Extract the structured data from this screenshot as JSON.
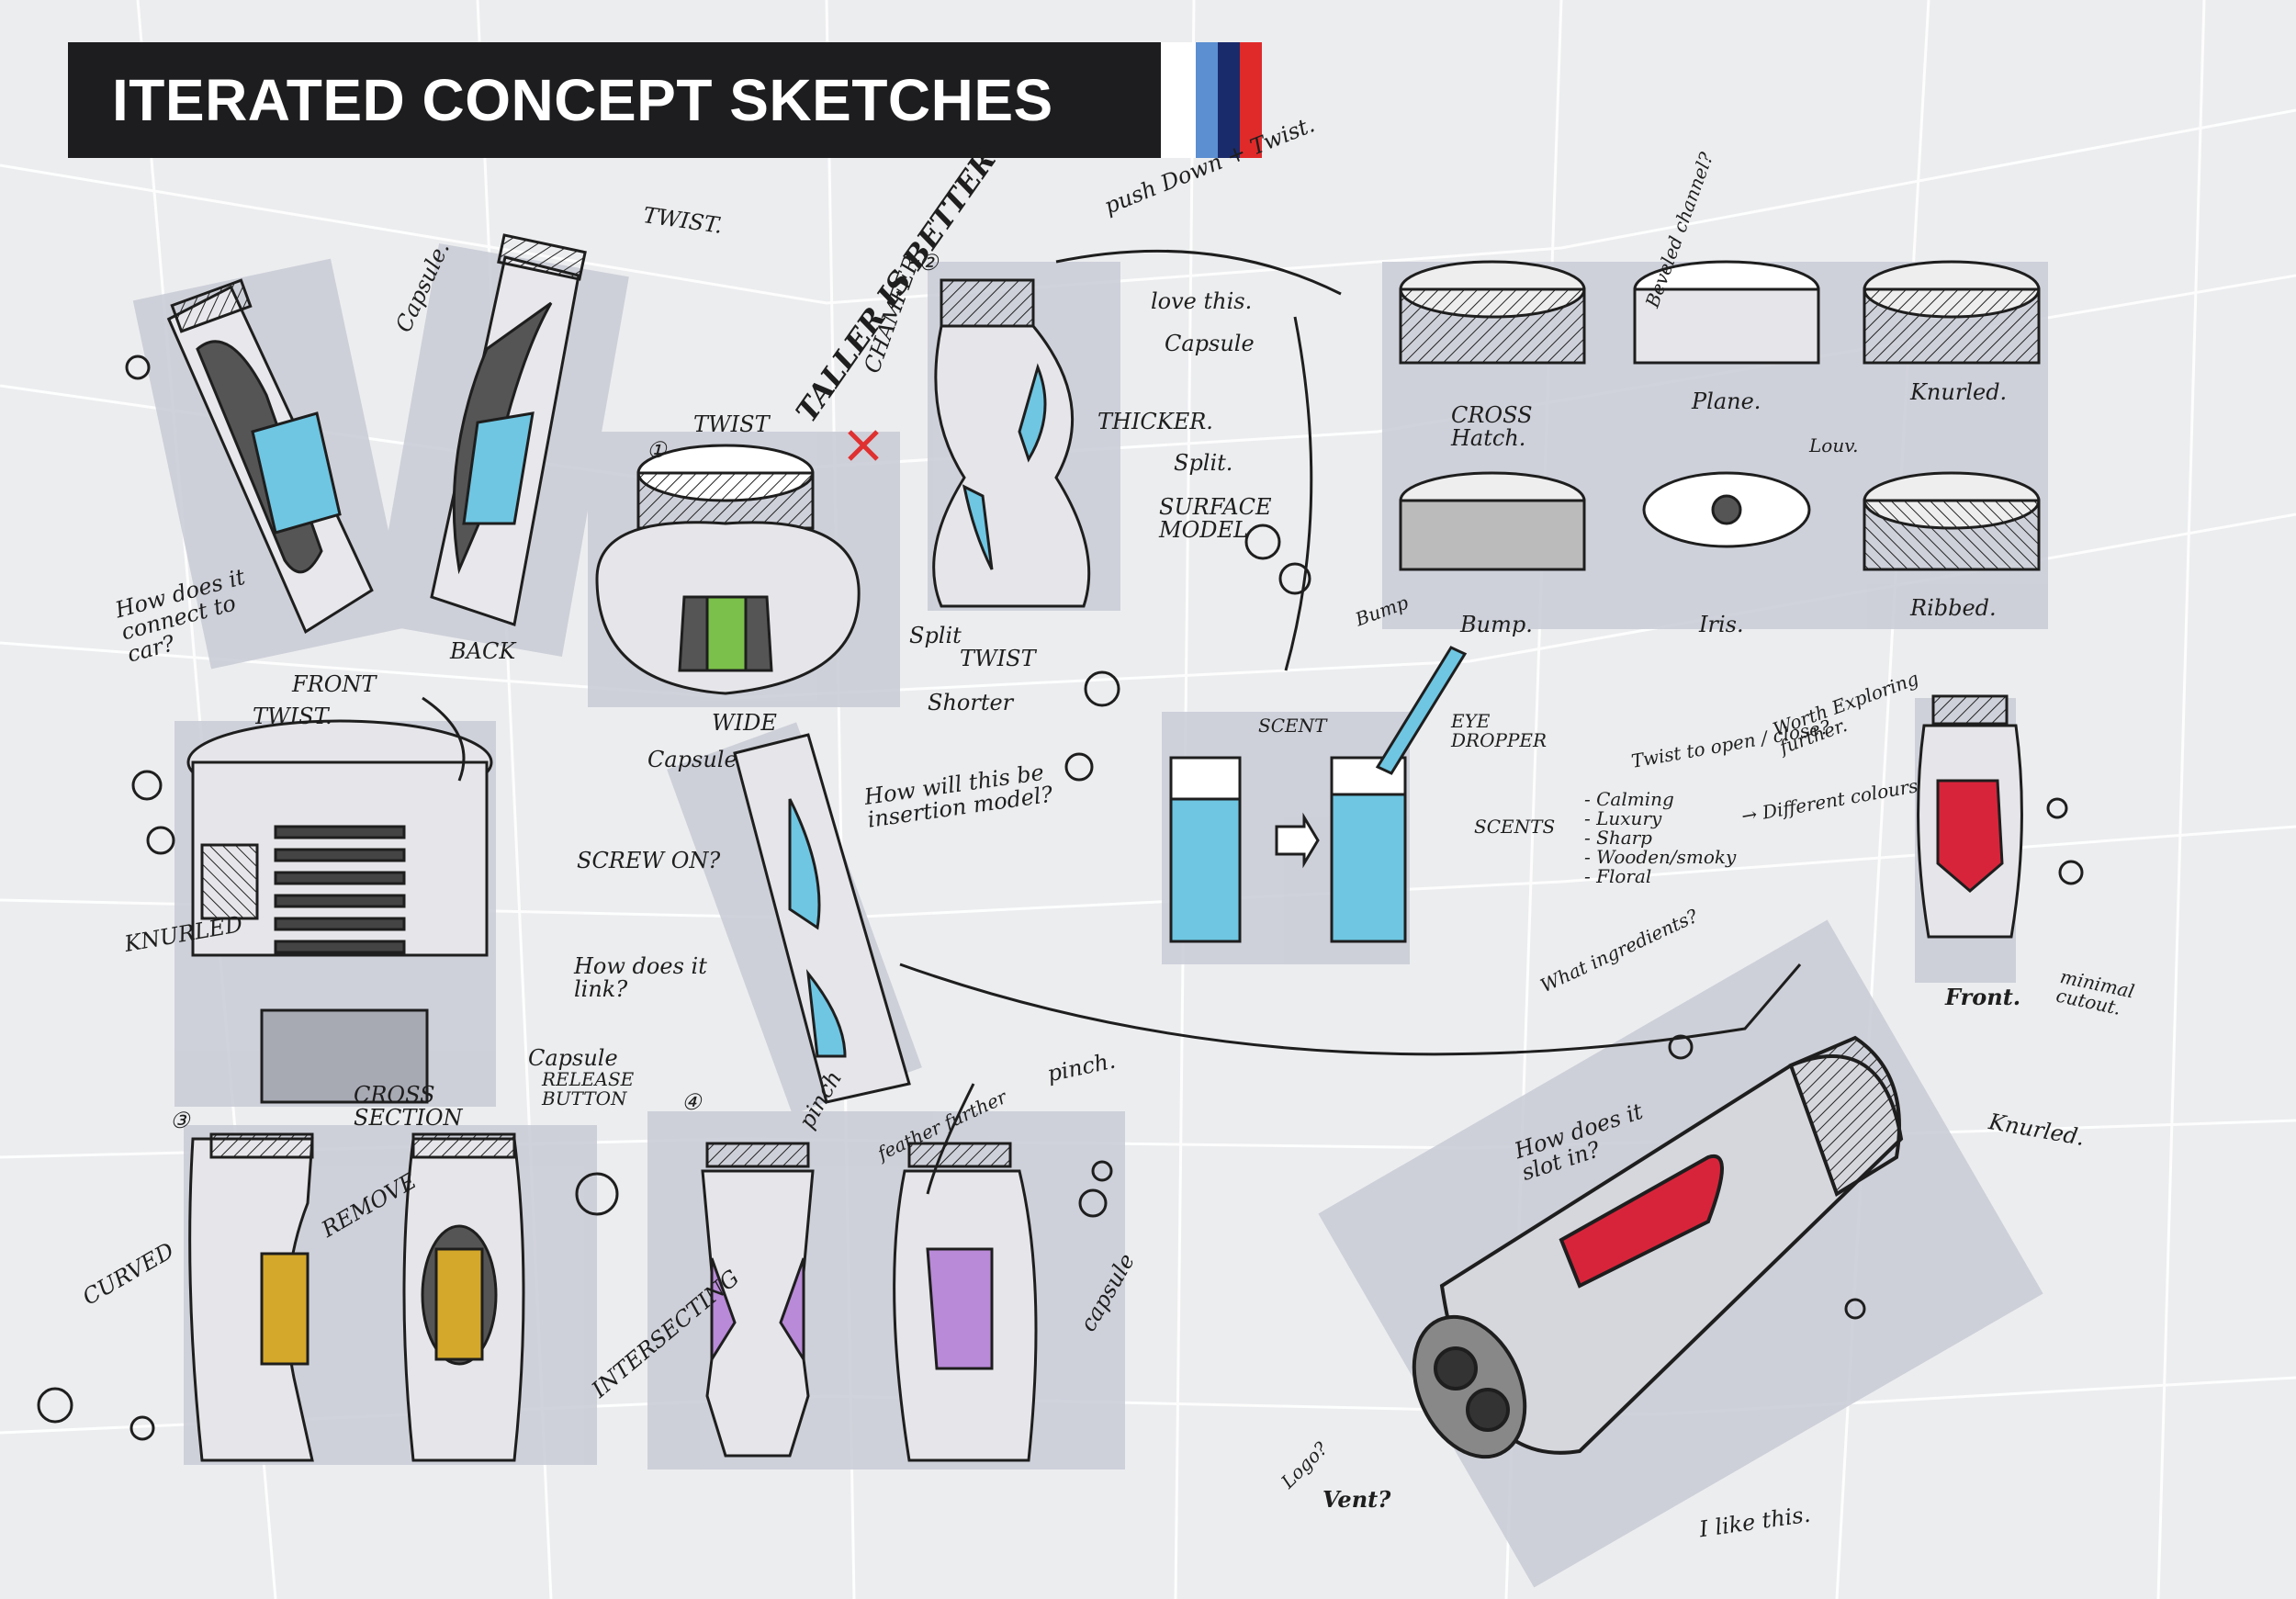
{
  "header": {
    "title": "ITERATED CONCEPT SKETCHES",
    "flag_colors": [
      "#ffffff",
      "#5b8fd2",
      "#1a2b6b",
      "#e02a2a"
    ]
  },
  "colors": {
    "background": "#ecedef",
    "ink": "#1e1e1e",
    "marker_grey": "#c9cbd6",
    "liquid_blue": "#6ec6e2",
    "liquid_green": "#7bc04a",
    "liquid_yellow": "#d4a82a",
    "liquid_purple": "#b98ad8",
    "liquid_red": "#d8243a",
    "accent_red_x": "#e03030"
  },
  "annotations": {
    "capsule_1": "Capsule.",
    "twist_1": "TWIST.",
    "how_connect": "How does it connect to car?",
    "front": "FRONT",
    "back": "BACK",
    "taller": "TALLER IS BETTER",
    "chamfer": "CHAMFER",
    "twist_2": "TWIST",
    "number_1": "①",
    "number_2": "②",
    "number_3": "③",
    "number_4": "④",
    "push_down": "push Down + Twist.",
    "love_this": "love this.",
    "capsule_2": "Capsule",
    "thicker": "THICKER.",
    "split_1": "Split.",
    "surface_model": "SURFACE MODEL",
    "split_2": "Split",
    "twist_3": "TWIST",
    "shorter": "Shorter",
    "wide": "WIDE",
    "capsule_3": "Capsule",
    "how_will": "How will this be insertion model?",
    "twist_4": "TWIST.",
    "screw_on": "SCREW ON?",
    "knurled_1": "KNURLED",
    "how_link": "How does it link?",
    "cross_section": "CROSS SECTION",
    "capsule_4": "Capsule",
    "release_button": "RELEASE BUTTON",
    "remove": "REMOVE",
    "curved": "CURVED",
    "intersecting": "INTERSECTING",
    "pinch_1": "pinch",
    "pinch_2": "pinch.",
    "feather": "feather further",
    "capsule_5": "capsule",
    "cap_cross": "CROSS Hatch.",
    "cap_plane": "Plane.",
    "cap_knurled": "Knurled.",
    "cap_bump": "Bump.",
    "cap_iris": "Iris.",
    "cap_ribbed": "Ribbed.",
    "beveled": "Beveled channel?",
    "louvre": "Louv.",
    "bump_small": "Bump",
    "scent": "SCENT",
    "eye_dropper": "EYE DROPPER",
    "scents": "SCENTS",
    "twist_open": "Twist to open / close?",
    "worth_exploring": "Worth Exploring further.",
    "scent_list": [
      "- Calming",
      "- Luxury",
      "- Sharp",
      "- Wooden/smoky",
      "- Floral"
    ],
    "different_colours": "→ Different colours",
    "what_ingredients": "What ingredients?",
    "front_2": "Front.",
    "minimal_cutout": "minimal cutout.",
    "how_slot": "How does it slot in?",
    "knurled_2": "Knurled.",
    "logo": "Logo?",
    "vent": "Vent?",
    "i_like": "I like this."
  }
}
